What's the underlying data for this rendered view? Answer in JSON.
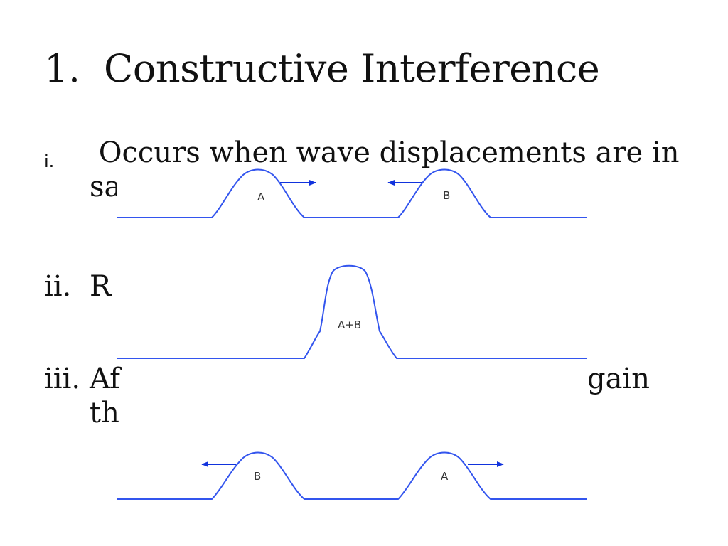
{
  "slide": {
    "title_number": "1.",
    "title_text": "Constructive Interference"
  },
  "bullets": [
    {
      "marker": "i.",
      "line1": " Occurs when wave displacements are in",
      "line2": "sa"
    },
    {
      "marker": "ii.",
      "line1": "R"
    },
    {
      "marker": "iii.",
      "line1": "Af",
      "line2": "th",
      "right_fragment": "gain"
    }
  ],
  "diagram": {
    "top_labels": [
      "A",
      "B"
    ],
    "middle_label": "A+B",
    "bottom_labels": [
      "B",
      "A"
    ]
  },
  "colors": {
    "wave": "#3355ee",
    "arrow": "#1133dd",
    "text": "#111111"
  }
}
